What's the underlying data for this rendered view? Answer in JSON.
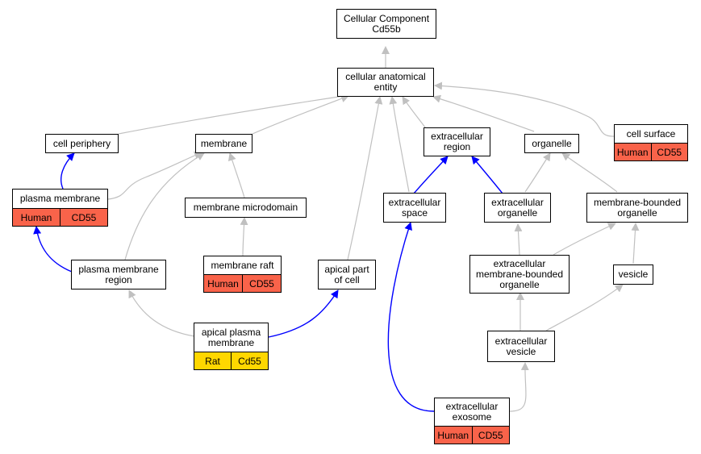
{
  "colors": {
    "is_a_edge": "#c0c0c0",
    "part_of_edge": "#0000ff",
    "human_annotation": "#f9634a",
    "rat_annotation": "#ffd700"
  },
  "nodes": {
    "cellular_component": {
      "line1": "Cellular Component",
      "line2": "Cd55b"
    },
    "cellular_anatomical_entity": {
      "line1": "cellular anatomical",
      "line2": "entity"
    },
    "cell_periphery": {
      "line1": "cell periphery"
    },
    "membrane": {
      "line1": "membrane"
    },
    "extracellular_region": {
      "line1": "extracellular",
      "line2": "region"
    },
    "organelle": {
      "line1": "organelle"
    },
    "cell_surface": {
      "line1": "cell surface",
      "species": "Human",
      "gene": "CD55"
    },
    "plasma_membrane": {
      "line1": "plasma membrane",
      "species": "Human",
      "gene": "CD55"
    },
    "membrane_microdomain": {
      "line1": "membrane microdomain"
    },
    "extracellular_space": {
      "line1": "extracellular",
      "line2": "space"
    },
    "extracellular_organelle": {
      "line1": "extracellular",
      "line2": "organelle"
    },
    "membrane_bounded_organelle": {
      "line1": "membrane-bounded",
      "line2": "organelle"
    },
    "plasma_membrane_region": {
      "line1": "plasma membrane",
      "line2": "region"
    },
    "membrane_raft": {
      "line1": "membrane raft",
      "species": "Human",
      "gene": "CD55"
    },
    "apical_part_of_cell": {
      "line1": "apical part",
      "line2": "of cell"
    },
    "extracellular_membrane_bounded_organelle": {
      "line1": "extracellular",
      "line2": "membrane-bounded",
      "line3": "organelle"
    },
    "vesicle": {
      "line1": "vesicle"
    },
    "apical_plasma_membrane": {
      "line1": "apical plasma",
      "line2": "membrane",
      "species": "Rat",
      "gene": "Cd55"
    },
    "extracellular_vesicle": {
      "line1": "extracellular",
      "line2": "vesicle"
    },
    "extracellular_exosome": {
      "line1": "extracellular",
      "line2": "exosome",
      "species": "Human",
      "gene": "CD55"
    }
  }
}
